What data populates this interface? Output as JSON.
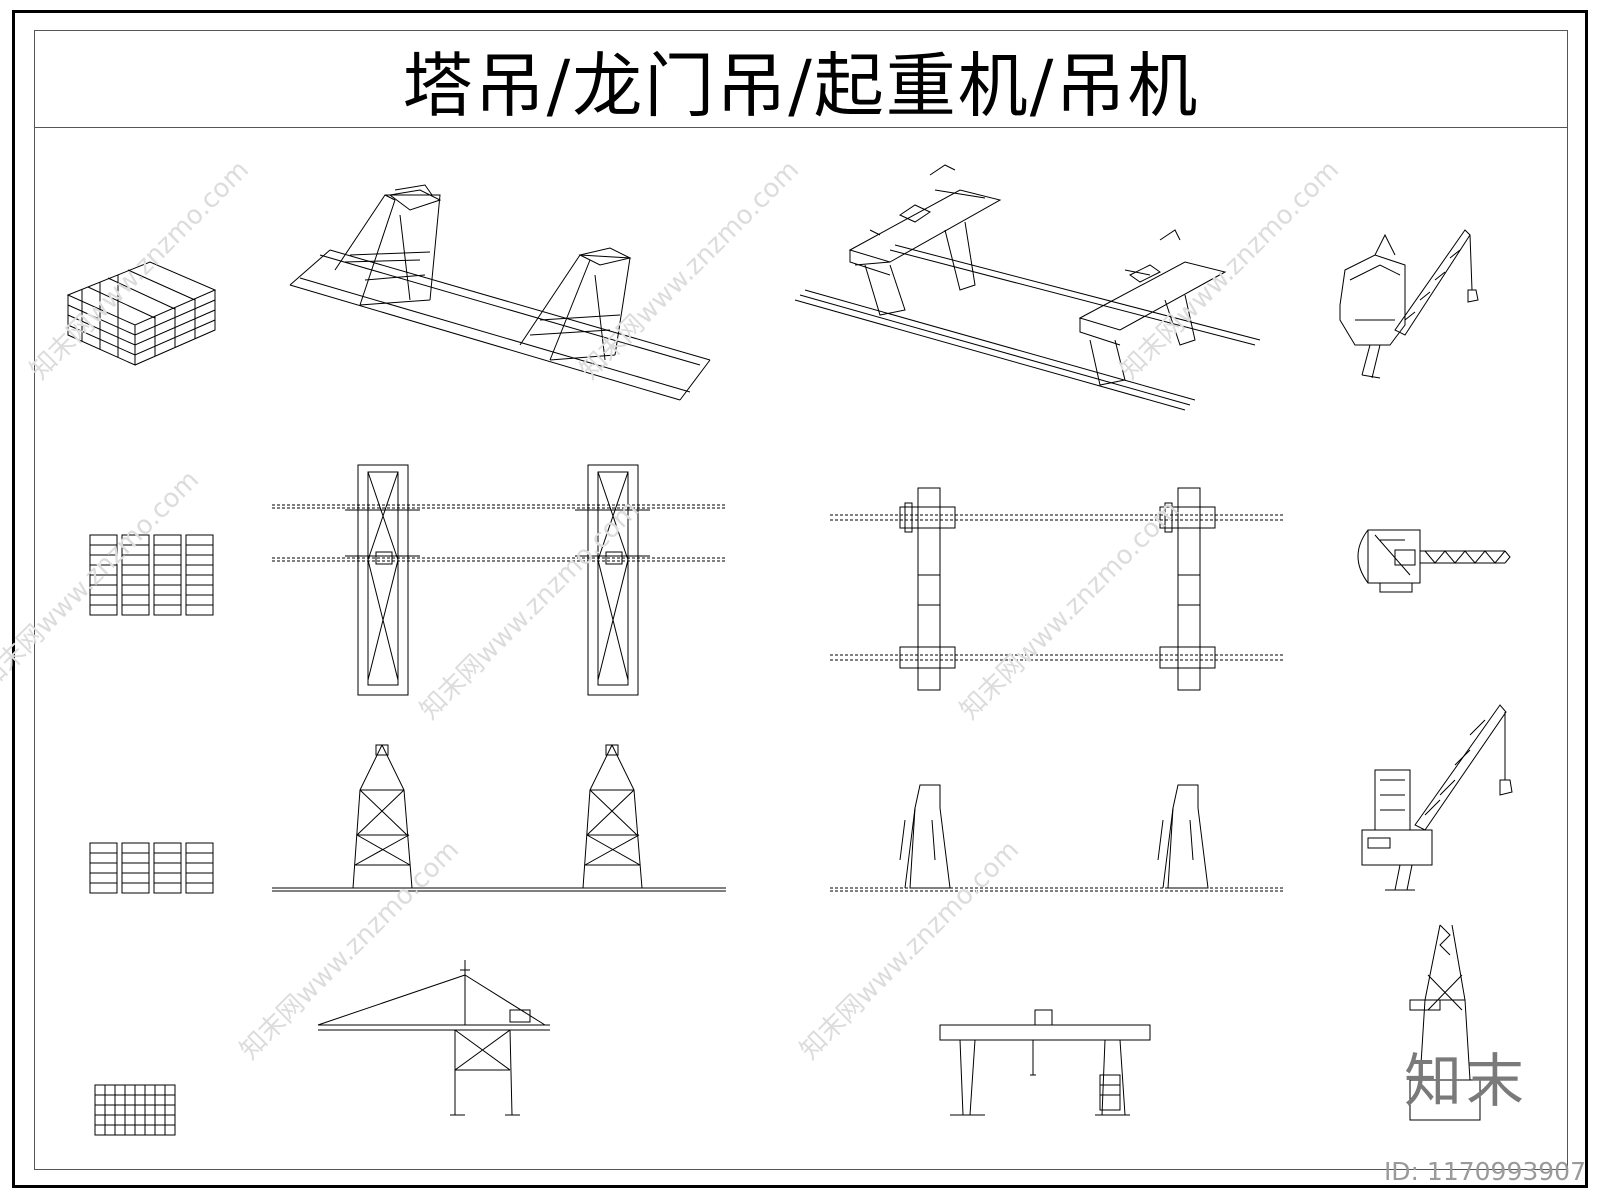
{
  "title": "塔吊/龙门吊/起重机/吊机",
  "watermarks": [
    "知末网www.znzmo.com",
    "知末网www.znzmo.com",
    "知末网www.znzmo.com",
    "知末网www.znzmo.com",
    "知末网www.znzmo.com",
    "知末网www.znzmo.com",
    "知末网www.znzmo.com",
    "知末网www.znzmo.com"
  ],
  "brand": "知末",
  "id_label": "ID: 1170993907",
  "colors": {
    "line": "#000000",
    "watermark": "#dcdcdc",
    "brand": "#7a7a7a"
  }
}
